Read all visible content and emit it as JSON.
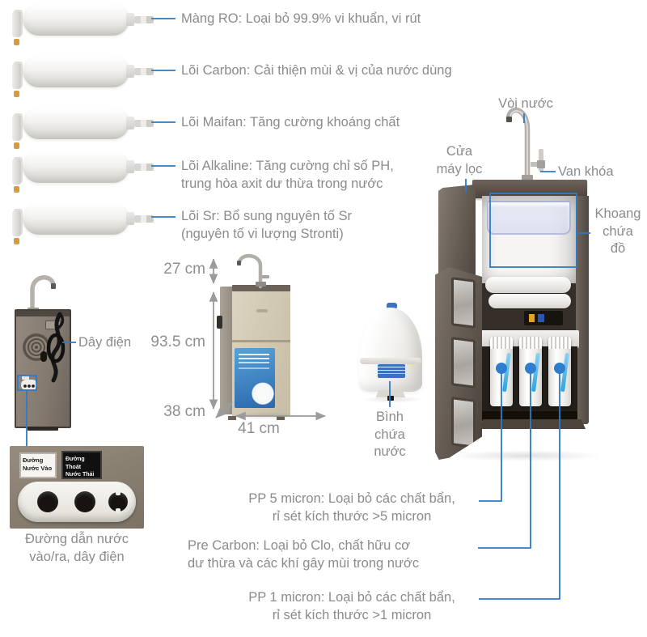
{
  "colors": {
    "accent_blue": "#2e7ac8",
    "label_gray": "#8b8b8b",
    "cabinet_taupe": "#6e645b",
    "highlight_dot_blue": "#2e7ecd"
  },
  "left_filters": {
    "items": [
      {
        "label": "Màng RO: Loại bỏ 99.9% vi khuẩn, vi rút"
      },
      {
        "label": "Lõi Carbon: Cải thiện mùi & vị của nước dùng"
      },
      {
        "label": "Lõi Maifan: Tăng cường khoáng chất"
      },
      {
        "label": "Lõi Alkaline: Tăng cường chỉ số PH,\ntrung hòa axit dư thừa trong nước"
      },
      {
        "label": "Lõi Sr: Bổ sung nguyên tố Sr\n(nguyên tố vi lượng Stronti)"
      }
    ]
  },
  "back_view": {
    "power_cord_label": "Dây điện",
    "inlet_plate_label": "Đường\nNước Vào",
    "drain_plate_label": "Đường Thoát\nNước Thải",
    "ports_caption": "Đường dẫn nước\nvào/ra, dây điện"
  },
  "dimensions": {
    "faucet_height": "27 cm",
    "body_height": "93.5 cm",
    "depth": "38 cm",
    "width": "41 cm"
  },
  "tank": {
    "caption": "Bình\nchứa\nnước"
  },
  "cabinet": {
    "faucet_label": "Vòi nước",
    "door_label": "Cửa\nmáy lọc",
    "valve_label": "Van khóa",
    "storage_label": "Khoang\nchứa\nđồ"
  },
  "stage_filters": {
    "items": [
      {
        "label": "PP 5 micron: Loại bỏ các chất bẩn,\nrỉ sét kích thước >5 micron"
      },
      {
        "label": "Pre Carbon: Loại bỏ Clo, chất hữu cơ\ndư thừa và các khí gây mùi trong nước"
      },
      {
        "label": "PP 1 micron: Loại bỏ các chất bẩn,\nrỉ sét kích thước >1 micron"
      }
    ]
  }
}
